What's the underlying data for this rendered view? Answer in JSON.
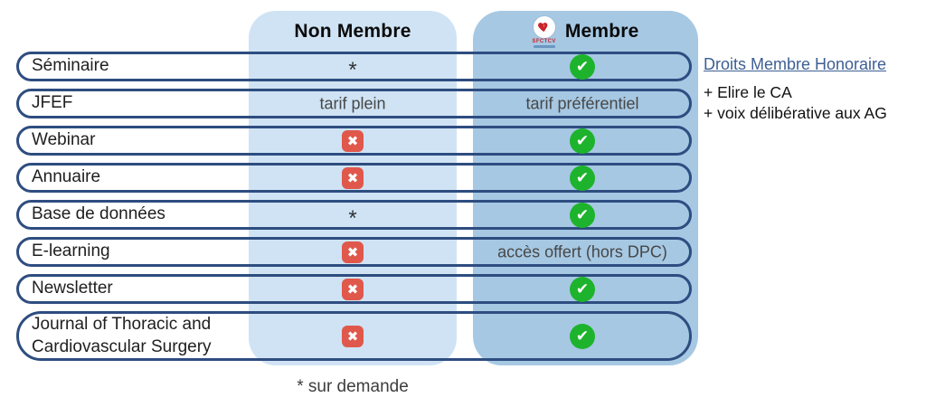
{
  "header": {
    "non_member_label": "Non Membre",
    "member_label": "Membre",
    "logo_text": "SFCTCV"
  },
  "table": {
    "rows": [
      {
        "label": "Séminaire",
        "non_member": {
          "kind": "star",
          "text": "*"
        },
        "member": {
          "kind": "check"
        }
      },
      {
        "label": "JFEF",
        "non_member": {
          "kind": "text",
          "text": "tarif plein"
        },
        "member": {
          "kind": "text",
          "text": "tarif préférentiel"
        }
      },
      {
        "label": "Webinar",
        "non_member": {
          "kind": "cross"
        },
        "member": {
          "kind": "check"
        }
      },
      {
        "label": "Annuaire",
        "non_member": {
          "kind": "cross"
        },
        "member": {
          "kind": "check"
        }
      },
      {
        "label": "Base de données",
        "non_member": {
          "kind": "star",
          "text": "*"
        },
        "member": {
          "kind": "check"
        }
      },
      {
        "label": "E-learning",
        "non_member": {
          "kind": "cross"
        },
        "member": {
          "kind": "text",
          "text": "accès offert (hors DPC)"
        }
      },
      {
        "label": "Newsletter",
        "non_member": {
          "kind": "cross"
        },
        "member": {
          "kind": "check"
        }
      },
      {
        "label": "Journal of Thoracic and Cardiovascular Surgery",
        "non_member": {
          "kind": "cross"
        },
        "member": {
          "kind": "check"
        }
      }
    ]
  },
  "side_note": {
    "link_label": "Droits Membre Honoraire",
    "items": [
      "+ Elire le CA",
      "+ voix délibérative aux AG"
    ]
  },
  "footnote": "* sur demande",
  "icons": {
    "check": "✔",
    "cross": "✖"
  },
  "colors": {
    "non_member_band": "#cfe3f4",
    "member_band": "#a6c8e3",
    "pill_border": "#2e4d80",
    "check_green": "#1db32c",
    "cross_red": "#e0584b",
    "link_blue": "#3d5f94",
    "text_dark": "#1f1f1f",
    "text_gray": "#474747",
    "logo_red": "#c4262e"
  }
}
